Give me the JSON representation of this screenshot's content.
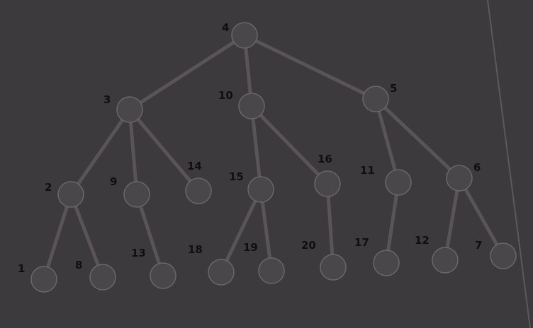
{
  "diagram": {
    "type": "tree",
    "colors": {
      "background": "#3c3a3c",
      "node_fill": "#4a474a",
      "node_stroke": "#6a6768",
      "edge": "#5a5456",
      "label": "#0f0f10"
    },
    "nodes": [
      {
        "id": "n4",
        "label": "4"
      },
      {
        "id": "n3",
        "label": "3"
      },
      {
        "id": "n10",
        "label": "10"
      },
      {
        "id": "n5",
        "label": "5"
      },
      {
        "id": "n2",
        "label": "2"
      },
      {
        "id": "n9",
        "label": "9"
      },
      {
        "id": "n14",
        "label": "14"
      },
      {
        "id": "n15",
        "label": "15"
      },
      {
        "id": "n16",
        "label": "16"
      },
      {
        "id": "n11",
        "label": "11"
      },
      {
        "id": "n6",
        "label": "6"
      },
      {
        "id": "n1",
        "label": "1"
      },
      {
        "id": "n8",
        "label": "8"
      },
      {
        "id": "n13",
        "label": "13"
      },
      {
        "id": "n18",
        "label": "18"
      },
      {
        "id": "n19",
        "label": "19"
      },
      {
        "id": "n20",
        "label": "20"
      },
      {
        "id": "n17",
        "label": "17"
      },
      {
        "id": "n12",
        "label": "12"
      },
      {
        "id": "n7",
        "label": "7"
      }
    ],
    "edges": [
      [
        "n4",
        "n3"
      ],
      [
        "n4",
        "n10"
      ],
      [
        "n4",
        "n5"
      ],
      [
        "n3",
        "n2"
      ],
      [
        "n3",
        "n9"
      ],
      [
        "n3",
        "n14"
      ],
      [
        "n10",
        "n15"
      ],
      [
        "n10",
        "n16"
      ],
      [
        "n5",
        "n11"
      ],
      [
        "n5",
        "n6"
      ],
      [
        "n2",
        "n1"
      ],
      [
        "n2",
        "n8"
      ],
      [
        "n9",
        "n13"
      ],
      [
        "n15",
        "n18"
      ],
      [
        "n15",
        "n19"
      ],
      [
        "n16",
        "n20"
      ],
      [
        "n11",
        "n17"
      ],
      [
        "n6",
        "n12"
      ],
      [
        "n6",
        "n7"
      ]
    ]
  }
}
